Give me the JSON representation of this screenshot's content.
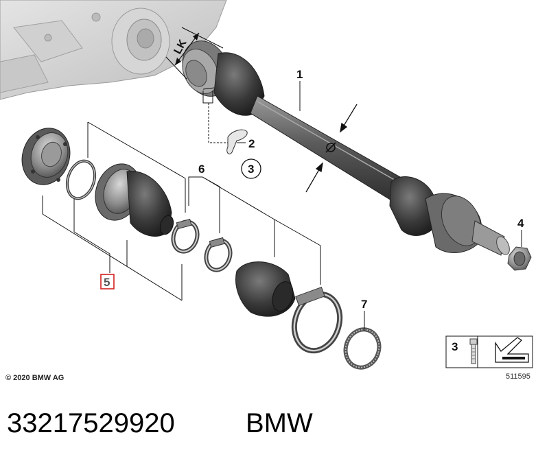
{
  "labels": {
    "p1": "1",
    "p2": "2",
    "p3": "3",
    "p4": "4",
    "p5": "5",
    "p6": "6",
    "p7": "7",
    "lk": "LK",
    "legend_num": "3"
  },
  "footer": {
    "copyright": "© 2020 BMW AG",
    "figure_number": "511595",
    "part_number": "33217529920",
    "brand": "BMW"
  },
  "colors": {
    "part_dark": "#3a3a3a",
    "part_mid": "#6e6e6e",
    "part_light": "#b4b4b4",
    "housing": "#cfcfcf",
    "highlight_box": "#d42020"
  }
}
